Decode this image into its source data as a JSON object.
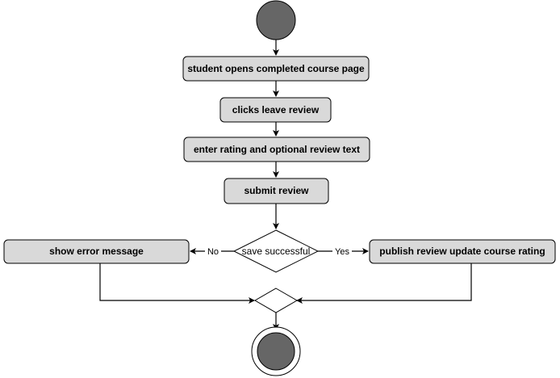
{
  "diagram": {
    "nodes": {
      "open_page": "student opens completed course page",
      "leave_review": "clicks leave review",
      "enter_rating": "enter rating and optional review text",
      "submit_review": "submit review",
      "decision": "save successful",
      "show_error": "show error message",
      "publish_review": "publish review update course rating"
    },
    "edges": {
      "no_label": "No",
      "yes_label": "Yes"
    },
    "colors": {
      "node_fill": "#d9d9d9",
      "node_stroke": "#000000",
      "start_fill": "#666666",
      "edge": "#000000",
      "decision_fill": "#ffffff"
    }
  }
}
